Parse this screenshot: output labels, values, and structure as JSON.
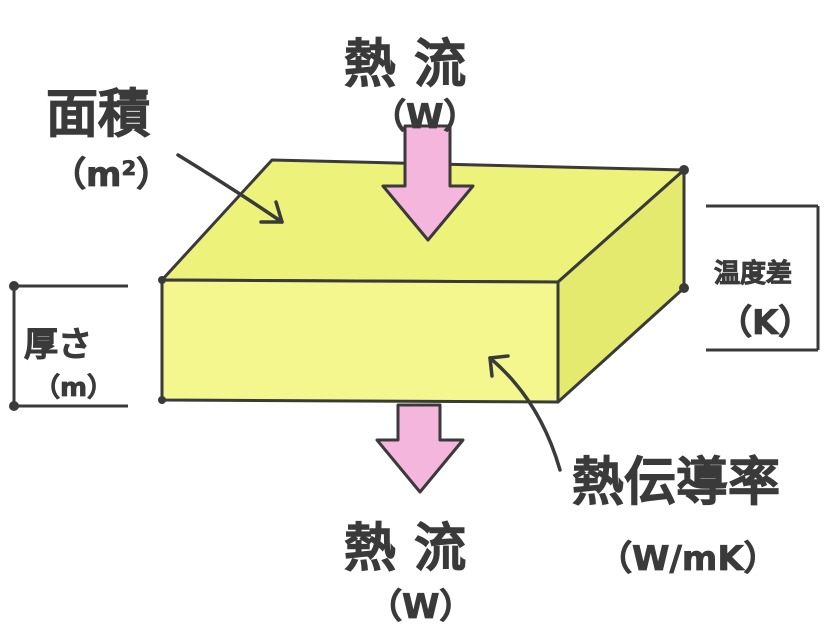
{
  "labels": {
    "heat_flow_top": "熱 流",
    "heat_flow_top_unit": "（W）",
    "area": "面積",
    "area_unit": "（m²）",
    "thickness": "厚さ",
    "thickness_unit": "（m）",
    "temp_diff": "温度差",
    "temp_diff_unit": "（K）",
    "conductivity": "熱伝導率",
    "conductivity_unit": "（W/mK）",
    "heat_flow_bottom": "熱 流",
    "heat_flow_bottom_unit": "（W）"
  },
  "colors": {
    "block_top": "#ecf27a",
    "block_front": "#f3f78d",
    "block_side": "#e4ea6e",
    "arrow": "#f4b6dc",
    "ink": "#3a3a3a"
  }
}
